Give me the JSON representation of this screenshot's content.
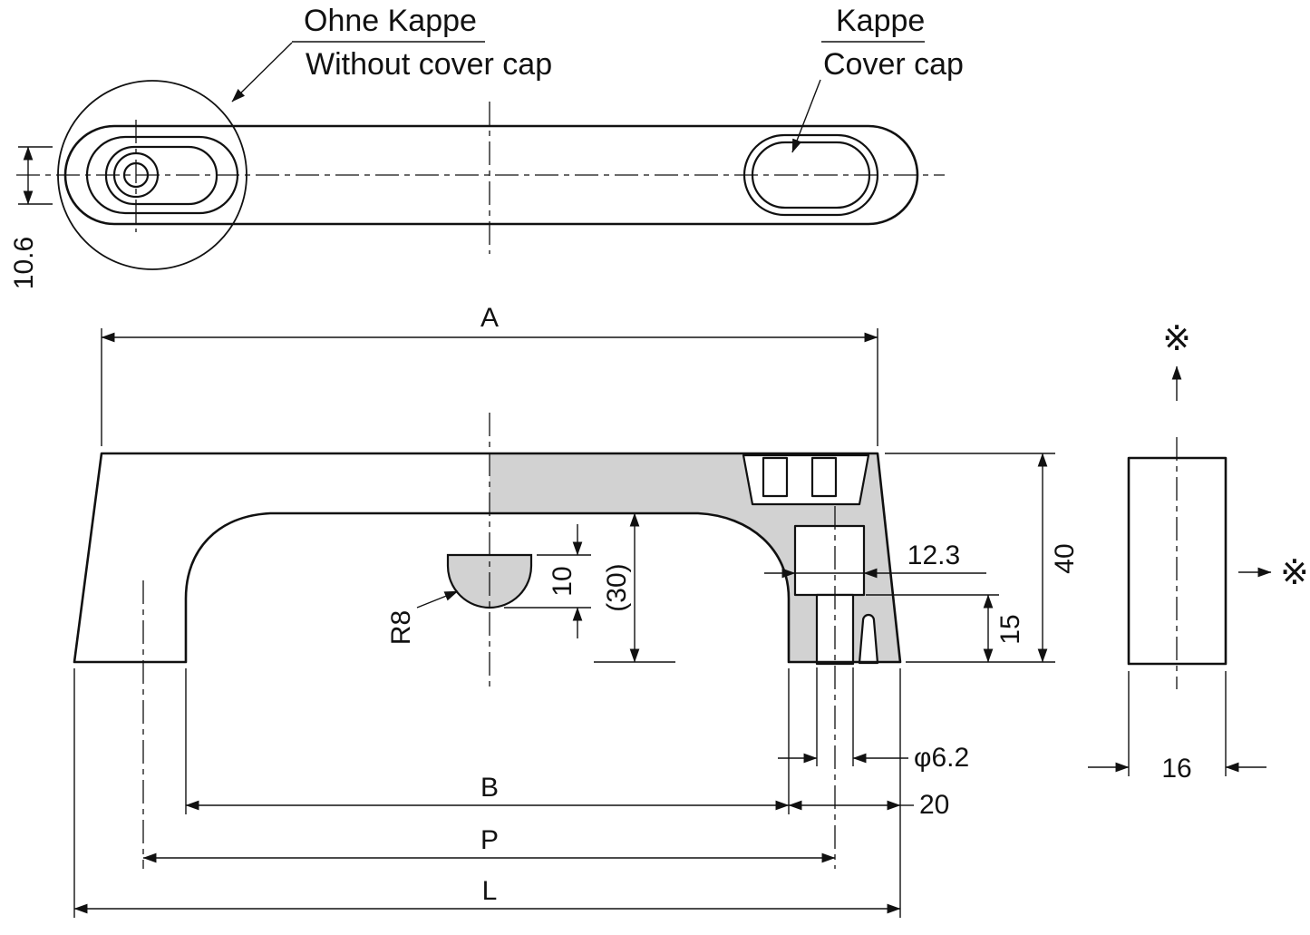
{
  "drawing": {
    "title_labels": {
      "without_cap_de": "Ohne Kappe",
      "without_cap_en": "Without cover cap",
      "cap_de": "Kappe",
      "cap_en": "Cover cap"
    },
    "dimensions": {
      "slot_height": "10.6",
      "width_a": "A",
      "inner_width_b": "B",
      "pitch_p": "P",
      "length_l": "L",
      "height_40": "40",
      "depth_15": "15",
      "bore_12_3": "12.3",
      "bump_10": "10",
      "inner_30": "(30)",
      "radius_r8": "R8",
      "hole_dia": "φ6.2",
      "end_20": "20",
      "side_16": "16"
    },
    "reference_mark": "※",
    "colors": {
      "line": "#111111",
      "section_fill": "#d2d2d2"
    }
  }
}
